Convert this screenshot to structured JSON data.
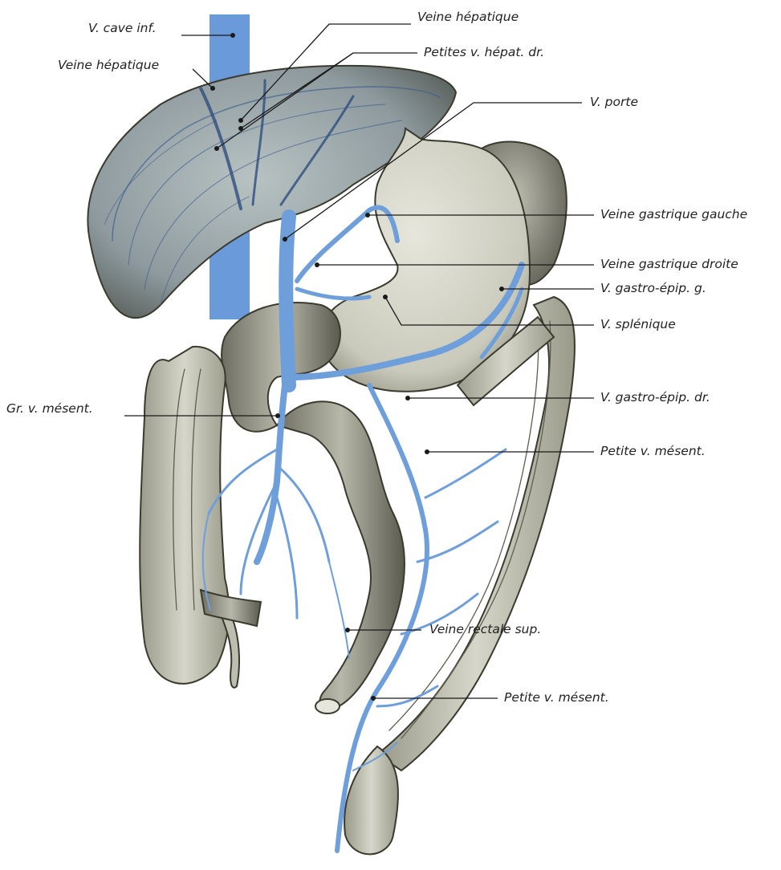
{
  "labels": {
    "v_cave_inf": "V. cave inf.",
    "veine_hepatique_top": "Veine hépatique",
    "veine_hepatique_left": "Veine hépatique",
    "petites_v_hepat_dr": "Petites v. hépat. dr.",
    "v_porte": "V. porte",
    "veine_gastrique_gauche": "Veine gastrique gauche",
    "veine_gastrique_droite": "Veine gastrique droite",
    "v_gastro_epip_g": "V. gastro-épip. g.",
    "v_splenique": "V. splénique",
    "gr_v_mesent": "Gr. v. mésent.",
    "v_gastro_epip_dr": "V. gastro-épip. dr.",
    "petite_v_mesent_upper": "Petite v. mésent.",
    "petite_v_mesent_lower": "Petite v. mésent.",
    "veine_rectale_sup": "Veine rectale sup."
  },
  "colors": {
    "vein_blue": "#6f9fdb",
    "vein_dark": "#3f5f8f",
    "liver_fill": "#a9b4b0",
    "organ_fill": "#cfcfc2",
    "organ_shadow": "#8f8f80",
    "background": "#ffffff"
  }
}
